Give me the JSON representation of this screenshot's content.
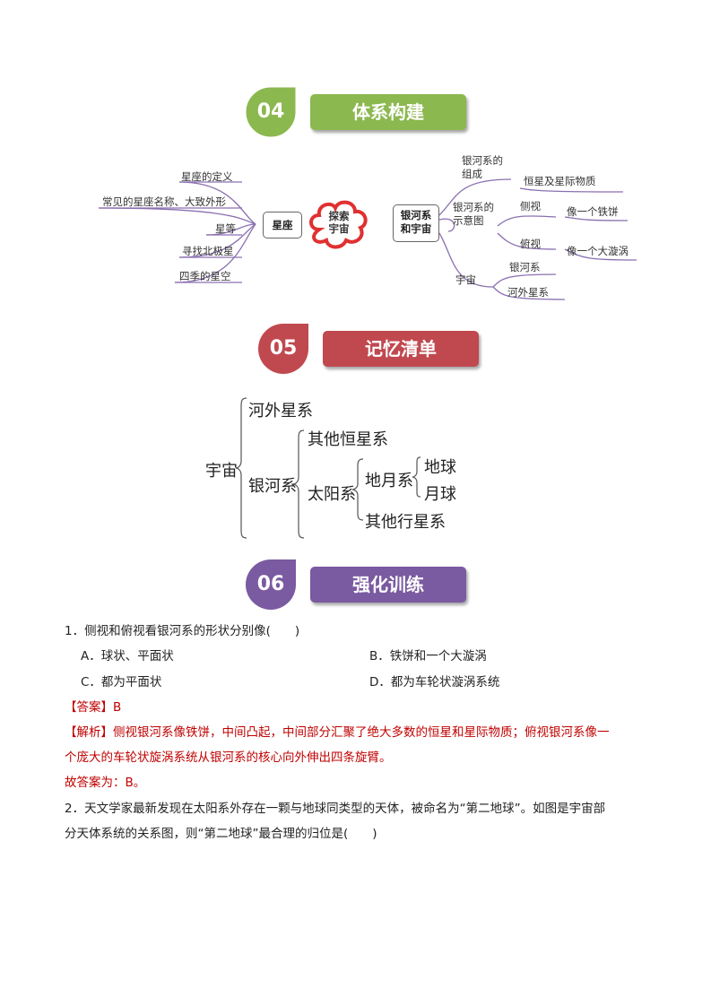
{
  "sections": [
    {
      "num": "04",
      "title": "体系构建",
      "color": "#8cb850"
    },
    {
      "num": "05",
      "title": "记忆清单",
      "color": "#c0494f"
    },
    {
      "num": "06",
      "title": "强化训练",
      "color": "#7a5aa0"
    }
  ],
  "mindmap": {
    "center": "探索宇宙",
    "left_node": "星座",
    "left_items": [
      "星座的定义",
      "常见的星座名称、大致外形",
      "星等",
      "寻找北极星",
      "四季的星空"
    ],
    "right_node": "银河系和宇宙",
    "composition": "银河系的组成",
    "composition_item": "恒星及星际物质",
    "diagram": "银河系的示意图",
    "side_view": "侧视",
    "side_view_item": "像一个铁饼",
    "top_view": "俯视",
    "top_view_item": "像一个大漩涡",
    "universe": "宇宙",
    "universe_items": [
      "银河系",
      "河外星系"
    ]
  },
  "memory": {
    "root": "宇宙",
    "extragalactic": "河外星系",
    "milky_way": "银河系",
    "other_stars": "其他恒星系",
    "solar_system": "太阳系",
    "earth_moon": "地月系",
    "earth": "地球",
    "moon": "月球",
    "other_planets": "其他行星系"
  },
  "q1": {
    "stem": "1．侧视和俯视看银河系的形状分别像(　　)",
    "options": [
      "A．球状、平面状",
      "B．铁饼和一个大漩涡",
      "C．都为平面状",
      "D．都为车轮状漩涡系统"
    ],
    "answer_label": "【答案】",
    "answer": "B",
    "analysis_label": "【解析】",
    "analysis_line1": "侧视银河系像铁饼，中间凸起，中间部分汇聚了绝大多数的恒星和星际物质；俯视银河系像一",
    "analysis_line2": "个庞大的车轮状旋涡系统从银河系的核心向外伸出四条旋臂。",
    "conclusion": "故答案为：B。"
  },
  "q2": {
    "line1": "2．天文学家最新发现在太阳系外存在一颗与地球同类型的天体，被命名为“第二地球”。如图是宇宙部",
    "line2": "分天体系统的关系图，则“第二地球”最合理的归位是(　　)"
  }
}
